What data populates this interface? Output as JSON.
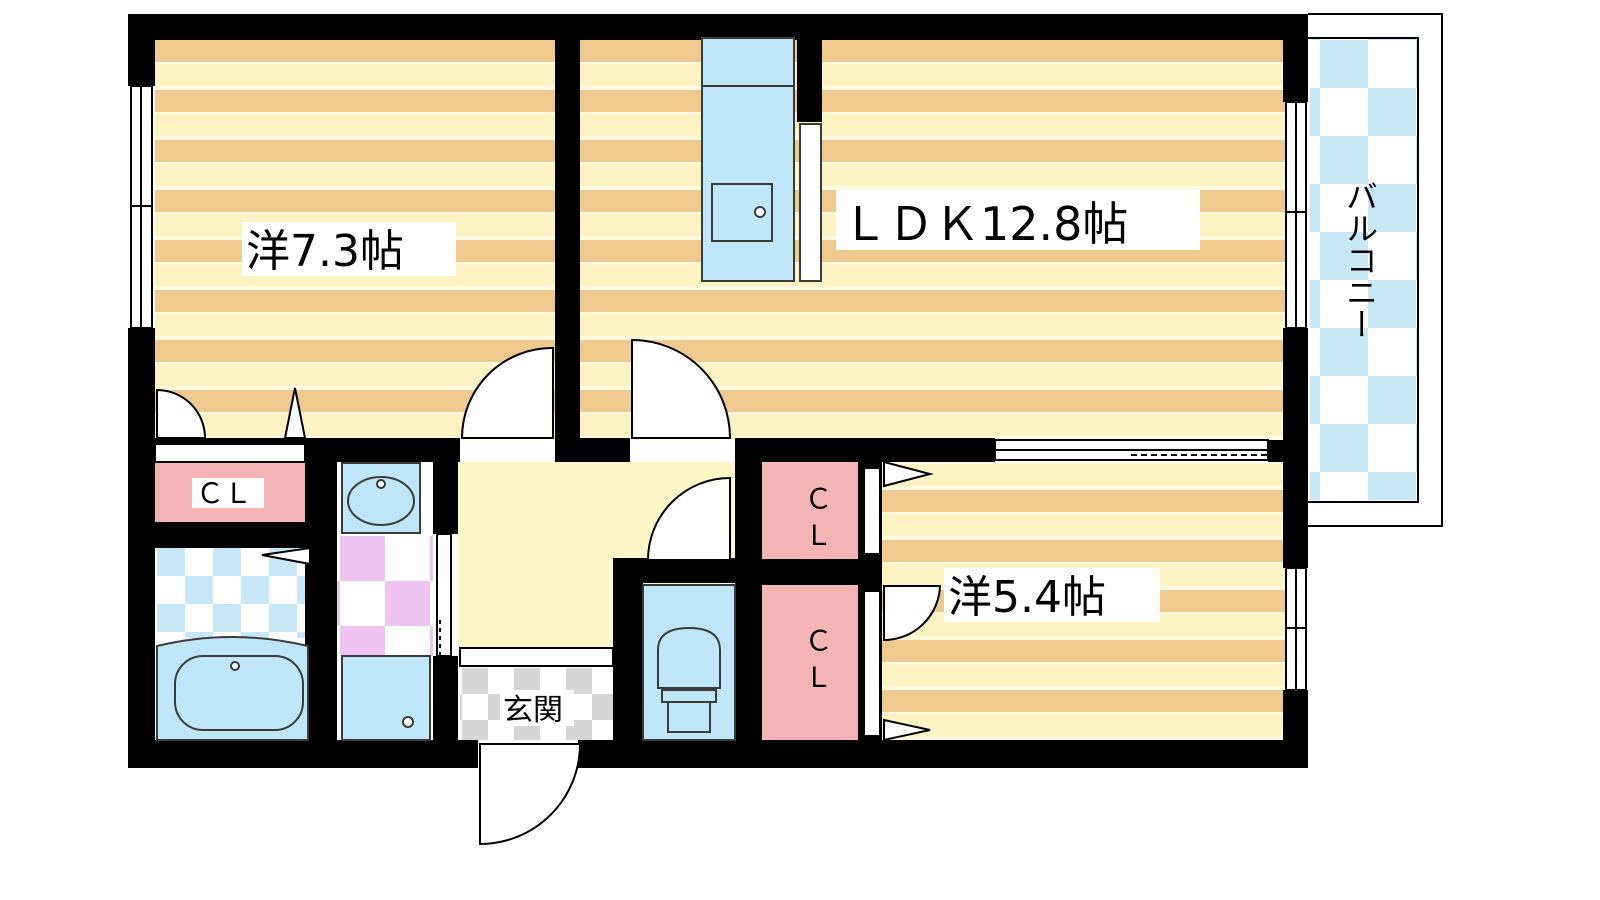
{
  "floorplan": {
    "rooms": [
      {
        "id": "western-room-1",
        "label": "洋7.3帖"
      },
      {
        "id": "ldk",
        "label": "ＬＤＫ12.8帖"
      },
      {
        "id": "western-room-2",
        "label": "洋5.4帖"
      },
      {
        "id": "balcony",
        "label": "バルコニー"
      },
      {
        "id": "entrance",
        "label": "玄関"
      }
    ],
    "closets": [
      {
        "id": "closet-1",
        "label": "ＣＬ"
      },
      {
        "id": "closet-2",
        "label": "Ｃ Ｌ"
      },
      {
        "id": "closet-3",
        "label": "Ｃ Ｌ"
      }
    ],
    "colors": {
      "wall": "#000000",
      "floor_stripe_dark": "#f0c98e",
      "floor_stripe_light": "#fdf3c2",
      "floor_base": "#fefae0",
      "closet": "#f4b3b5",
      "wet_area": "#bfe6f7",
      "bath_tile": "#cdebf8",
      "washroom_tile": "#efc4f0",
      "entrance_tile": "#d3d3d3",
      "hallway": "#fff7c7"
    }
  }
}
